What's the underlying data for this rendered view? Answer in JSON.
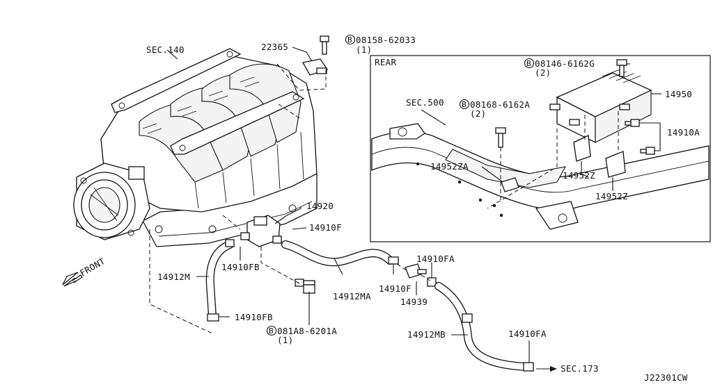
{
  "labels": {
    "sec140": "SEC.140",
    "p22365": "22365",
    "b08158": "08158-62033",
    "b08158_qty": "(1)",
    "rear": "REAR",
    "b08146": "08146-6162G",
    "b08146_qty": "(2)",
    "p14950": "14950",
    "sec500": "SEC.500",
    "b08168": "08168-6162A",
    "b08168_qty": "(2)",
    "p14910A": "14910A",
    "p14952ZA": "14952ZA",
    "p14952Z_1": "14952Z",
    "p14952Z_2": "14952Z",
    "p14920": "14920",
    "p14910F_1": "14910F",
    "front": "FRONT",
    "p14910FB_1": "14910FB",
    "p14912M": "14912M",
    "p14912MA": "14912MA",
    "p14910F_2": "14910F",
    "p14910FA_1": "14910FA",
    "p14939": "14939",
    "p14910FB_2": "14910FB",
    "b081A8": "081A8-6201A",
    "b081A8_qty": "(1)",
    "p14912MB": "14912MB",
    "p14910FA_2": "14910FA",
    "sec173": "SEC.173",
    "diagram_id": "J22301CW",
    "bolt_marker": "B"
  }
}
